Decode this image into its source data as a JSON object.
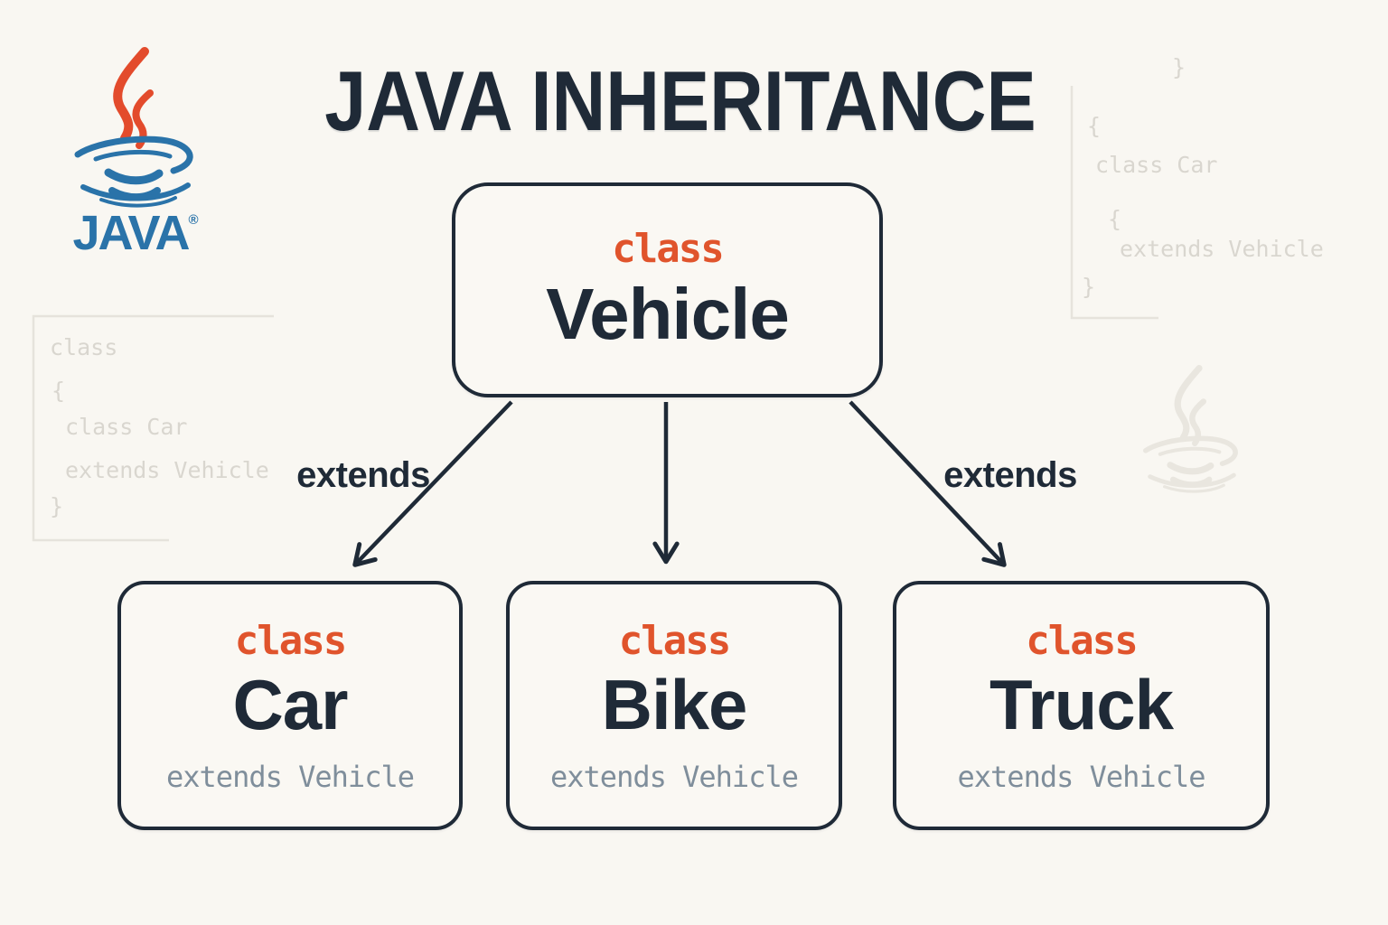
{
  "page": {
    "title": "JAVA INHERITANCE"
  },
  "logo": {
    "wordmark": "JAVA",
    "registered": "®"
  },
  "colors": {
    "background": "#f9f7f2",
    "ink_navy": "#1f2a37",
    "accent_orange": "#e0542c",
    "muted_slate": "#7f8e9b",
    "logo_blue": "#2a73a9",
    "logo_red": "#e34b2c",
    "faint_code_gray": "#d9d6cf"
  },
  "diagram": {
    "parent": {
      "keyword": "class",
      "name": "Vehicle"
    },
    "edges": [
      {
        "from": "Vehicle",
        "to": "Car",
        "label": "extends"
      },
      {
        "from": "Vehicle",
        "to": "Bike",
        "label": ""
      },
      {
        "from": "Vehicle",
        "to": "Truck",
        "label": "extends"
      }
    ],
    "children": [
      {
        "keyword": "class",
        "name": "Car",
        "subtitle": "extends Vehicle"
      },
      {
        "keyword": "class",
        "name": "Bike",
        "subtitle": "extends Vehicle"
      },
      {
        "keyword": "class",
        "name": "Truck",
        "subtitle": "extends Vehicle"
      }
    ]
  },
  "background_code": {
    "left": [
      "class",
      "{",
      "class Car",
      "extends Vehicle",
      "}"
    ],
    "top_right": [
      "}",
      "{",
      "class Car",
      "{",
      "extends Vehicle",
      "}"
    ]
  }
}
